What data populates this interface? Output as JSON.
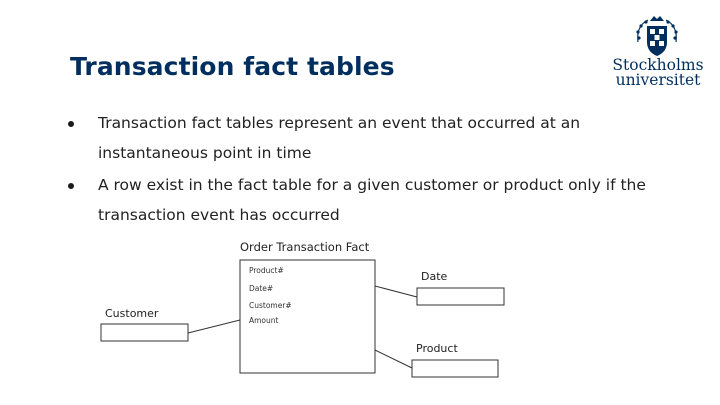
{
  "slide": {
    "title": "Transaction fact tables"
  },
  "logo": {
    "line1": "Stockholms",
    "line2": "universitet",
    "icon": "university-seal-icon",
    "color": "#002f5f"
  },
  "bullets": [
    "Transaction fact tables represent an event that occurred at an instantaneous point in time",
    "A row exist in the fact table for a given customer or product only if the transaction event has occurred"
  ],
  "diagram": {
    "fact_title": "Order Transaction Fact",
    "fact_fields": [
      "Product#",
      "Date#",
      "Customer#",
      "Amount"
    ],
    "date_label": "Date",
    "customer_label": "Customer",
    "product_label": "Product"
  }
}
